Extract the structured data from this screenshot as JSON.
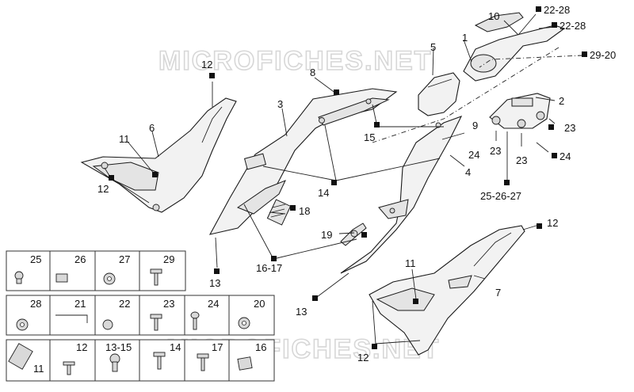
{
  "watermarks": [
    "MICROFICHES.NET",
    "MICROFICHES.NET"
  ],
  "callouts": {
    "c1": "1",
    "c2": "2",
    "c3": "3",
    "c4": "4",
    "c5": "5",
    "c6": "6",
    "c7": "7",
    "c8": "8",
    "c9": "9",
    "c10": "10",
    "c11a": "11",
    "c11b": "11",
    "c12a": "12",
    "c12b": "12",
    "c12c": "12",
    "c12d": "12",
    "c13a": "13",
    "c13b": "13",
    "c14": "14",
    "c15": "15",
    "c16_17": "16-17",
    "c18": "18",
    "c19": "19",
    "c22_28a": "22-28",
    "c22_28b": "22-28",
    "c29_20": "29-20",
    "c23a": "23",
    "c23b": "23",
    "c23c": "23",
    "c24a": "24",
    "c24b": "24",
    "c25_27": "25-26-27"
  },
  "legend": {
    "row1": [
      "25",
      "26",
      "27",
      "29"
    ],
    "row2": [
      "28",
      "21",
      "22",
      "23",
      "24",
      "20"
    ],
    "row3": [
      "11",
      "12",
      "13-15",
      "14",
      "17",
      "16"
    ]
  }
}
